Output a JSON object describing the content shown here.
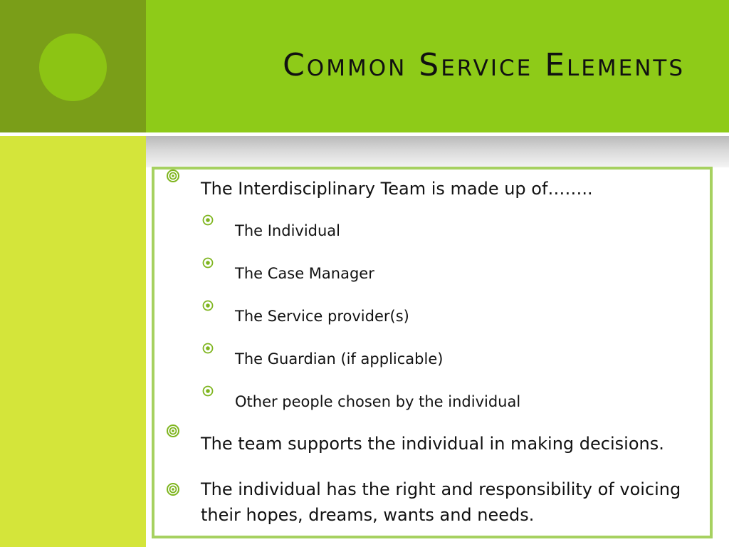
{
  "slide": {
    "title": "Common Service Elements",
    "bullets": [
      {
        "level": 1,
        "text": "The Interdisciplinary Team is made up of…….."
      },
      {
        "level": 2,
        "text": "The Individual"
      },
      {
        "level": 2,
        "text": "The Case Manager"
      },
      {
        "level": 2,
        "text": "The Service provider(s)"
      },
      {
        "level": 2,
        "text": "The Guardian (if applicable)"
      },
      {
        "level": 2,
        "text": "Other people chosen by the individual"
      },
      {
        "level": 1,
        "text": "The team supports the individual in making decisions."
      },
      {
        "level": 1,
        "text": "The individual has the right and responsibility of voicing their hopes, dreams, wants and needs."
      }
    ],
    "bullet_icon": "target-bullet-icon"
  },
  "colors": {
    "header_green": "#8ecb18",
    "dark_green": "#7a9e18",
    "lime": "#d4e53a",
    "circle_green": "#8cc414",
    "bullet_green": "#7fb51f",
    "box_border": "#a6d160"
  }
}
